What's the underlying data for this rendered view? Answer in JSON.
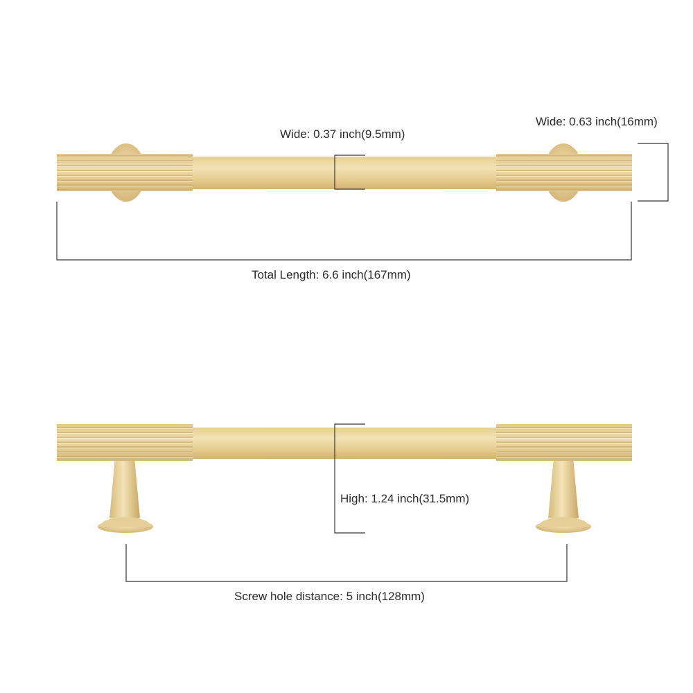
{
  "dimensions": {
    "bar_width": "Wide: 0.37 inch(9.5mm)",
    "grip_width": "Wide: 0.63 inch(16mm)",
    "total_length": "Total Length: 6.6 inch(167mm)",
    "height": "High: 1.24 inch(31.5mm)",
    "screw_distance": "Screw hole distance: 5 inch(128mm)"
  },
  "colors": {
    "brass_light": "#ecd7a1",
    "brass_mid": "#dfc381",
    "brass_dark": "#c9a561",
    "line": "#333333",
    "background": "#ffffff"
  }
}
